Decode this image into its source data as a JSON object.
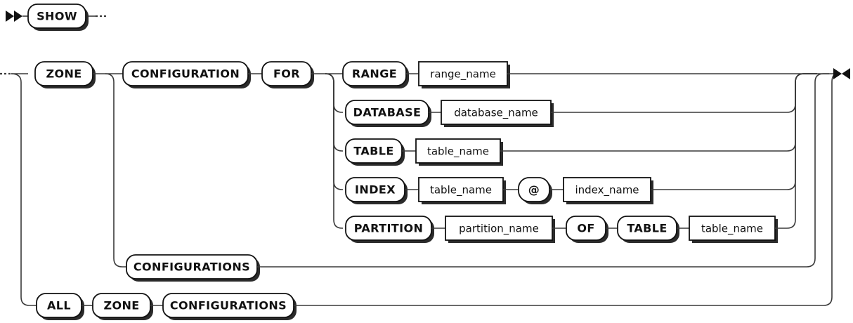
{
  "diagram": {
    "kind": "railroad-syntax-diagram",
    "title": "SHOW ZONE CONFIGURATION",
    "colors": {
      "background": "#ffffff",
      "rail": "#3a3a3a",
      "box_stroke": "#111111",
      "box_fill": "#ffffff",
      "shadow": "#2b2b2b",
      "text": "#111111"
    },
    "markers": {
      "start": "double-right-arrow-marker",
      "end": "double-arrow-end-marker",
      "continuation": "dotted-continuation"
    },
    "rows": [
      {
        "id": "row-show",
        "nodes": [
          {
            "id": "show",
            "label": "SHOW",
            "type": "terminal"
          }
        ]
      },
      {
        "id": "row-range",
        "nodes": [
          {
            "id": "zone",
            "label": "ZONE",
            "type": "terminal"
          },
          {
            "id": "configuration",
            "label": "CONFIGURATION",
            "type": "terminal"
          },
          {
            "id": "for",
            "label": "FOR",
            "type": "terminal"
          },
          {
            "id": "range",
            "label": "RANGE",
            "type": "terminal"
          },
          {
            "id": "range-name",
            "label": "range_name",
            "type": "nonterminal"
          }
        ]
      },
      {
        "id": "row-database",
        "nodes": [
          {
            "id": "database",
            "label": "DATABASE",
            "type": "terminal"
          },
          {
            "id": "database-name",
            "label": "database_name",
            "type": "nonterminal"
          }
        ]
      },
      {
        "id": "row-table",
        "nodes": [
          {
            "id": "table",
            "label": "TABLE",
            "type": "terminal"
          },
          {
            "id": "table-name",
            "label": "table_name",
            "type": "nonterminal"
          }
        ]
      },
      {
        "id": "row-index",
        "nodes": [
          {
            "id": "index",
            "label": "INDEX",
            "type": "terminal"
          },
          {
            "id": "index-table-name",
            "label": "table_name",
            "type": "nonterminal"
          },
          {
            "id": "at-sign",
            "label": "@",
            "type": "terminal"
          },
          {
            "id": "index-name",
            "label": "index_name",
            "type": "nonterminal"
          }
        ]
      },
      {
        "id": "row-partition",
        "nodes": [
          {
            "id": "partition",
            "label": "PARTITION",
            "type": "terminal"
          },
          {
            "id": "partition-name",
            "label": "partition_name",
            "type": "nonterminal"
          },
          {
            "id": "of",
            "label": "OF",
            "type": "terminal"
          },
          {
            "id": "partition-table",
            "label": "TABLE",
            "type": "terminal"
          },
          {
            "id": "partition-table-name",
            "label": "table_name",
            "type": "nonterminal"
          }
        ]
      },
      {
        "id": "row-configurations",
        "nodes": [
          {
            "id": "configurations",
            "label": "CONFIGURATIONS",
            "type": "terminal"
          }
        ]
      },
      {
        "id": "row-all",
        "nodes": [
          {
            "id": "all",
            "label": "ALL",
            "type": "terminal"
          },
          {
            "id": "all-zone",
            "label": "ZONE",
            "type": "terminal"
          },
          {
            "id": "all-configurations",
            "label": "CONFIGURATIONS",
            "type": "terminal"
          }
        ]
      }
    ],
    "labels": {
      "show": "SHOW",
      "zone": "ZONE",
      "configuration": "CONFIGURATION",
      "for": "FOR",
      "range": "RANGE",
      "range_name": "range_name",
      "database": "DATABASE",
      "database_name": "database_name",
      "table": "TABLE",
      "table_name": "table_name",
      "index": "INDEX",
      "index_table_name": "table_name",
      "at": "@",
      "index_name": "index_name",
      "partition": "PARTITION",
      "partition_name": "partition_name",
      "of": "OF",
      "partition_table": "TABLE",
      "partition_table_name": "table_name",
      "configurations": "CONFIGURATIONS",
      "all": "ALL",
      "all_zone": "ZONE",
      "all_configurations": "CONFIGURATIONS"
    }
  }
}
